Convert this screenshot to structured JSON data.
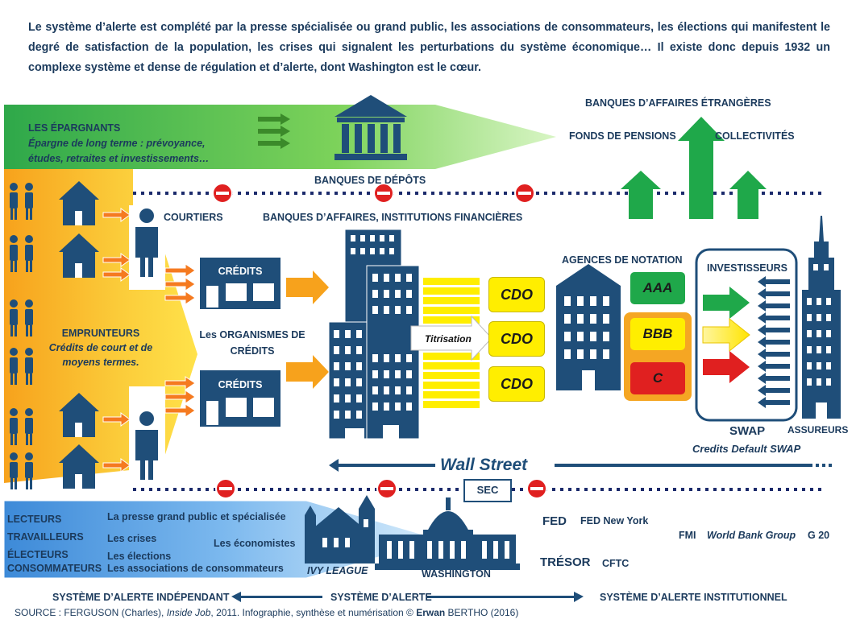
{
  "intro_text": "Le système d’alerte est complété par la presse spécialisée ou grand public, les associations de consommateurs, les élections qui manifestent le degré de satisfaction de la population, les crises qui signalent les perturbations du système économique… Il existe donc depuis 1932 un complexe système et dense de régulation et d’alerte, dont Washington est le cœur.",
  "top_band": {
    "title": "LES ÉPARGNANTS",
    "line1": "Épargne de long terme : prévoyance,",
    "line2": "études, retraites et investissements…"
  },
  "labels": {
    "banques_depots": "BANQUES DE DÉPÔTS",
    "banques_affaires_etrangeres": "BANQUES D’AFFAIRES ÉTRANGÈRES",
    "fonds_pensions": "FONDS DE PENSIONS",
    "collectivites": "COLLECTIVITÉS",
    "courtiers": "COURTIERS",
    "banques_affaires": "BANQUES D’AFFAIRES, INSTITUTIONS FINANCIÈRES",
    "credits_1": "CRÉDITS",
    "credits_2": "CRÉDITS",
    "organismes_line1": "Les ORGANISMES DE",
    "organismes_line2": "CRÉDITS",
    "emprunteurs": "EMPRUNTEURS",
    "emprunteurs_line1": "Crédits de court et de",
    "emprunteurs_line2": "moyens termes.",
    "titrisation": "Titrisation",
    "cdo1": "CDO",
    "cdo2": "CDO",
    "cdo3": "CDO",
    "agences": "AGENCES DE NOTATION",
    "aaa": "AAA",
    "bbb": "BBB",
    "c": "C",
    "investisseurs": "INVESTISSEURS",
    "swap": "SWAP",
    "cds": "Credits Default SWAP",
    "assureurs": "ASSUREURS",
    "wall_street": "Wall Street",
    "sec": "SEC"
  },
  "bottom": {
    "lecteurs": "LECTEURS",
    "travailleurs": "TRAVAILLEURS",
    "electeurs": "ÉLECTEURS",
    "consommateurs": "CONSOMMATEURS",
    "presse": "La presse grand public et spécialisée",
    "crises": "Les crises",
    "economistes": "Les économistes",
    "elections": "Les élections",
    "associations": "Les associations de consommateurs",
    "ivy_league": "IVY LEAGUE",
    "washington": "WASHINGTON",
    "fed": "FED",
    "fed_ny": "FED New York",
    "tresor": "TRÉSOR",
    "cftc": "CFTC",
    "fmi": "FMI",
    "world_bank": "World Bank Group",
    "g20": "G 20"
  },
  "footer": {
    "independant": "SYSTÈME D’ALERTE INDÉPENDANT",
    "systeme": "SYSTÈME D’ALERTE",
    "institutionnel": "SYSTÈME D’ALERTE INSTITUTIONNEL",
    "source_prefix": "SOURCE : FERGUSON (Charles), ",
    "source_title": "Inside Job",
    "source_suffix": ", 2011. Infographie, synthèse et numérisation © ",
    "source_author_first": "Erwan",
    "source_author_last": " BERTHO (2016)"
  },
  "colors": {
    "navy": "#1f4e79",
    "green": "#2ea84a",
    "orange": "#f5a623",
    "yellow": "#ffee00",
    "red": "#e02020",
    "blue_band": "#5aa0e0"
  }
}
